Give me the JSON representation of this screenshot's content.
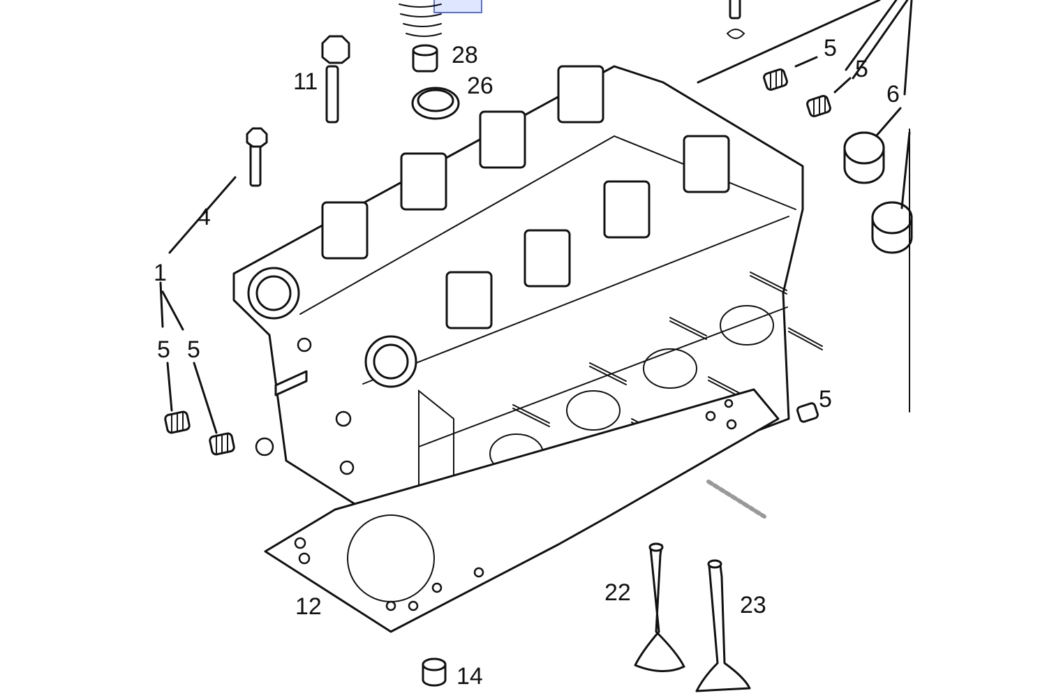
{
  "diagram": {
    "callouts": [
      {
        "id": "c28",
        "text": "28"
      },
      {
        "id": "c26",
        "text": "26"
      },
      {
        "id": "c11",
        "text": "11"
      },
      {
        "id": "c4",
        "text": "4"
      },
      {
        "id": "c1",
        "text": "1"
      },
      {
        "id": "c5a",
        "text": "5"
      },
      {
        "id": "c5b",
        "text": "5"
      },
      {
        "id": "c5c",
        "text": "5"
      },
      {
        "id": "c5d",
        "text": "5"
      },
      {
        "id": "c5e",
        "text": "5"
      },
      {
        "id": "c6",
        "text": "6"
      },
      {
        "id": "c12",
        "text": "12"
      },
      {
        "id": "c22",
        "text": "22"
      },
      {
        "id": "c23",
        "text": "23"
      },
      {
        "id": "c14",
        "text": "14"
      }
    ]
  }
}
